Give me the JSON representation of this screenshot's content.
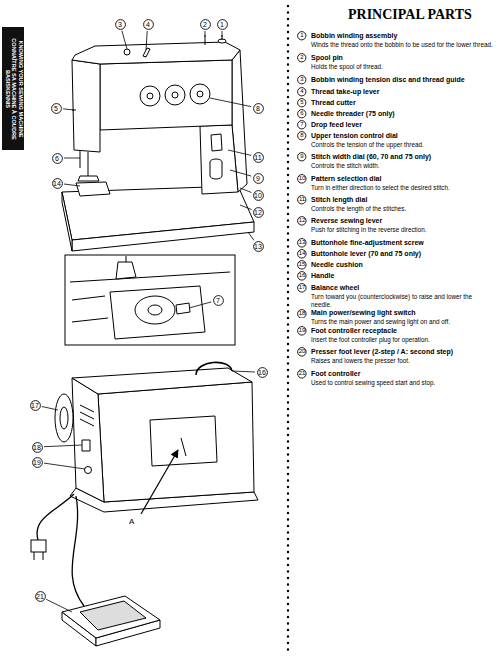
{
  "diagram": {
    "title": "PRINCIPAL PARTS",
    "nodes": [
      {
        "text": [
          "KNOWING YOUR SEWING MACHINE",
          "CONNAÎTRE SA MACHINE À COUDRE",
          "BASISKENNIS"
        ]
      },
      {
        "text": [
          "3"
        ]
      },
      {
        "text": [
          "4"
        ]
      },
      {
        "text": [
          "2"
        ]
      },
      {
        "text": [
          "1"
        ]
      },
      {
        "text": [
          "5"
        ]
      },
      {
        "text": [
          "8"
        ]
      },
      {
        "text": [
          "6"
        ]
      },
      {
        "text": [
          "11"
        ]
      },
      {
        "text": [
          "9"
        ]
      },
      {
        "text": [
          "14"
        ]
      },
      {
        "text": [
          "10"
        ]
      },
      {
        "text": [
          "12"
        ]
      },
      {
        "text": [
          "13"
        ]
      },
      {
        "text": [
          "7"
        ]
      },
      {
        "text": [
          "16"
        ]
      },
      {
        "text": [
          "17"
        ]
      },
      {
        "text": [
          "18"
        ]
      },
      {
        "text": [
          "19"
        ]
      },
      {
        "text": [
          "21"
        ]
      },
      {
        "text": [
          "1"
        ]
      },
      {
        "text": [
          "2"
        ]
      },
      {
        "text": [
          "3"
        ]
      },
      {
        "text": [
          "4"
        ]
      },
      {
        "text": [
          "5"
        ]
      },
      {
        "text": [
          "6"
        ]
      },
      {
        "text": [
          "7"
        ]
      },
      {
        "text": [
          "8"
        ]
      },
      {
        "text": [
          "9"
        ]
      },
      {
        "text": [
          "10"
        ]
      },
      {
        "text": [
          "11"
        ]
      },
      {
        "text": [
          "12"
        ]
      },
      {
        "text": [
          "13"
        ]
      },
      {
        "text": [
          "14"
        ]
      },
      {
        "text": [
          "15"
        ]
      },
      {
        "text": [
          "16"
        ]
      },
      {
        "text": [
          "17"
        ]
      },
      {
        "text": [
          "18"
        ]
      },
      {
        "text": [
          "19"
        ]
      },
      {
        "text": [
          "20"
        ]
      },
      {
        "text": [
          "21"
        ]
      }
    ],
    "labels": [
      "Bobbin winding assembly",
      "Winds the thread onto the bobbin to be used for the lower thread.",
      "Spool pin",
      "Holds the spool of thread.",
      "Bobbin winding tension disc and thread guide",
      "Thread take-up lever",
      "Thread cutter",
      "Needle threader (75 only)",
      "Drop feed lever",
      "Upper tension control dial",
      "Controls the tension of the upper thread.",
      "Stitch width dial (60, 70 and 75 only)",
      "Controls the stitch width.",
      "Pattern selection dial",
      "Turn in either direction to select the desired stitch.",
      "Stitch length dial",
      "Controls the length of the stitches.",
      "Reverse sewing lever",
      "Push for stitching in the reverse direction.",
      "Buttonhole fine-adjustment screw",
      "Buttonhole lever (70 and 75 only)",
      "Needle cushion",
      "Handle",
      "Balance wheel",
      "Turn toward you (counterclockwise) to raise and lower the needle.",
      "Main power/sewing light switch",
      "Turns the main power and sewing light on and off.",
      "Foot controller receptacle",
      "Insert the foot controller plug for operation.",
      "Presser foot lever (2-step / A: second step)",
      "Raises and lowers the presser foot.",
      "Foot controller",
      "Used to control sewing speed start and stop.",
      "A"
    ]
  }
}
